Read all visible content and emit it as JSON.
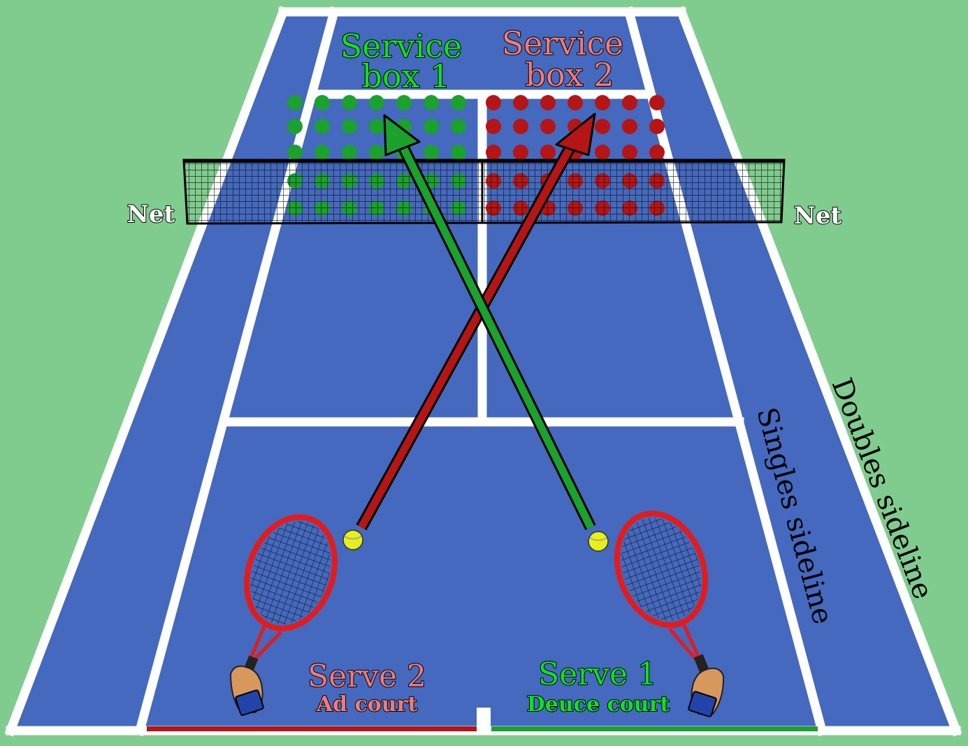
{
  "labels": {
    "service_box_1": [
      "Service",
      "box 1"
    ],
    "service_box_2": [
      "Service",
      "box 2"
    ],
    "net_left": "Net",
    "net_right": "Net",
    "serve_2": "Serve 2",
    "ad_court": "Ad court",
    "serve_1": "Serve 1",
    "deuce_court": "Deuce court",
    "singles_sideline": "Singles sideline",
    "doubles_sideline": "Doubles sideline"
  },
  "colors": {
    "background": "#80cc8e",
    "court": "#4469be",
    "lines": "#ffffff",
    "green_accent": "#1aa12e",
    "green_text": "#11e01f",
    "red_accent": "#b51515",
    "red_text": "#f07a7a",
    "ball": "#e6f01a",
    "racket": "#e41b1b"
  },
  "icons": [
    "tennis-racket-icon",
    "tennis-ball-icon",
    "hand-icon"
  ]
}
